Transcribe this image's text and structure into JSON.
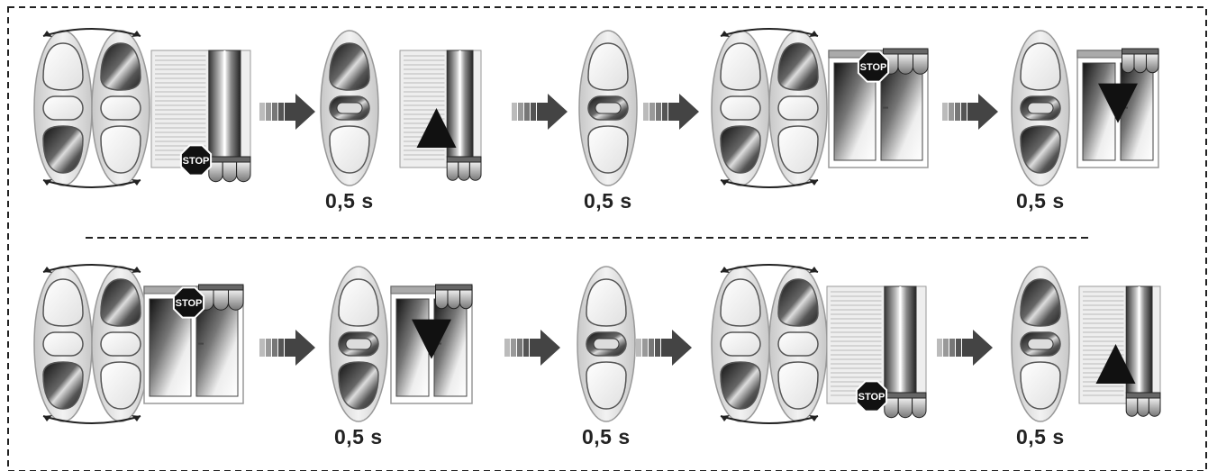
{
  "stop_label": "STOP",
  "colors": {
    "stroke": "#222222",
    "dash": "#222222",
    "arrow_dark": "#444444",
    "arrow_light": "#aaaaaa",
    "button_light": "#e8e8e8",
    "button_dark": "#333333"
  },
  "rows": [
    {
      "steps": [
        {
          "kind": "double-remote",
          "pressed": [
            "up",
            "down"
          ],
          "scene": "shutter-stop",
          "time_label": ""
        },
        {
          "kind": "single-remote",
          "pressed": [
            "up",
            "my"
          ],
          "scene": "shutter-up",
          "time_label": "0,5 s"
        },
        {
          "kind": "single-remote",
          "pressed": [
            "my"
          ],
          "scene": "",
          "time_label": "0,5 s"
        },
        {
          "kind": "double-remote",
          "pressed": [
            "up",
            "down"
          ],
          "scene": "window-stop",
          "time_label": ""
        },
        {
          "kind": "single-remote",
          "pressed": [
            "my",
            "down"
          ],
          "scene": "window-down",
          "time_label": "0,5 s"
        }
      ]
    },
    {
      "steps": [
        {
          "kind": "double-remote",
          "pressed": [
            "up",
            "down"
          ],
          "scene": "window-stop",
          "time_label": ""
        },
        {
          "kind": "single-remote",
          "pressed": [
            "my",
            "down"
          ],
          "scene": "window-down",
          "time_label": "0,5 s"
        },
        {
          "kind": "single-remote",
          "pressed": [
            "my"
          ],
          "scene": "",
          "time_label": "0,5 s"
        },
        {
          "kind": "double-remote",
          "pressed": [
            "up",
            "down"
          ],
          "scene": "shutter-stop",
          "time_label": ""
        },
        {
          "kind": "single-remote",
          "pressed": [
            "up",
            "my"
          ],
          "scene": "shutter-up",
          "time_label": "0,5 s"
        }
      ]
    }
  ]
}
